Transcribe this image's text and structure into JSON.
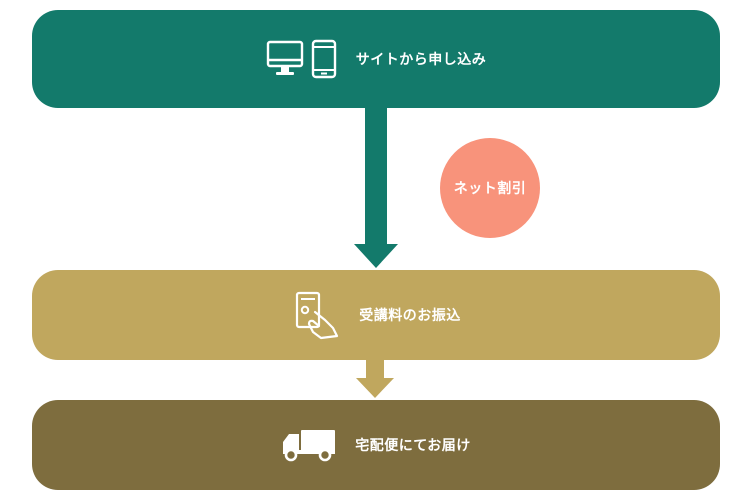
{
  "colors": {
    "step1": "#137a6b",
    "step2": "#c0a75e",
    "step3": "#7e6d3e",
    "badge": "#f8937b"
  },
  "steps": [
    {
      "label": "サイトから申し込み",
      "icons": [
        "desktop-monitor-icon",
        "smartphone-icon"
      ]
    },
    {
      "label": "受講料のお振込",
      "icons": [
        "payment-card-hand-icon"
      ]
    },
    {
      "label": "宅配便にてお届け",
      "icons": [
        "delivery-truck-icon"
      ]
    }
  ],
  "badge": {
    "label": "ネット割引"
  }
}
